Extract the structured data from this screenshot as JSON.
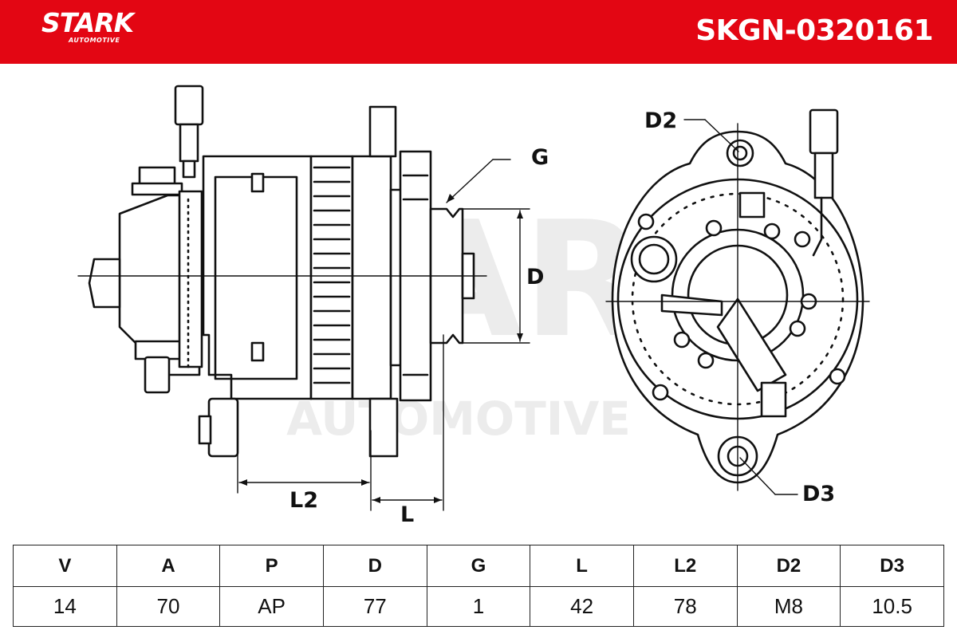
{
  "header": {
    "brand": "STARK",
    "brand_sub": "AUTOMOTIVE",
    "part_number": "SKGN-0320161",
    "color": "#e30613"
  },
  "watermark": {
    "brand": "STARK",
    "sub": "AUTOMOTIVE"
  },
  "drawing": {
    "labels": {
      "G": "G",
      "D": "D",
      "L": "L",
      "L2": "L2",
      "D2": "D2",
      "D3": "D3"
    }
  },
  "specs": {
    "headers": [
      "V",
      "A",
      "P",
      "D",
      "G",
      "L",
      "L2",
      "D2",
      "D3"
    ],
    "values": [
      "14",
      "70",
      "AP",
      "77",
      "1",
      "42",
      "78",
      "M8",
      "10.5"
    ]
  }
}
